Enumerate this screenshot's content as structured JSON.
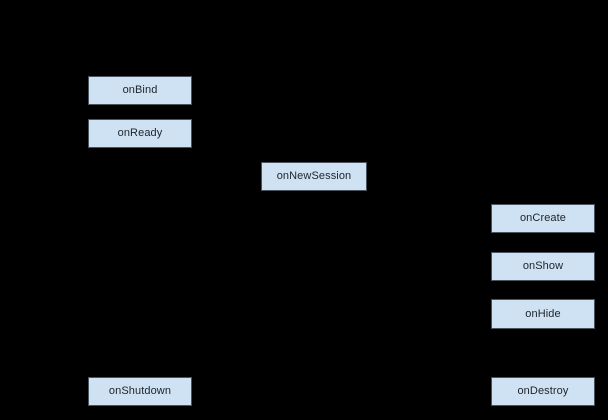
{
  "diagram": {
    "background_color": "#000000",
    "node_fill_color": "#cfe2f3",
    "node_border_color": "#4a545e",
    "node_text_color": "#1f2328",
    "nodes": [
      {
        "id": "onBind",
        "label": "onBind"
      },
      {
        "id": "onReady",
        "label": "onReady"
      },
      {
        "id": "onNewSession",
        "label": "onNewSession"
      },
      {
        "id": "onCreate",
        "label": "onCreate"
      },
      {
        "id": "onShow",
        "label": "onShow"
      },
      {
        "id": "onHide",
        "label": "onHide"
      },
      {
        "id": "onShutdown",
        "label": "onShutdown"
      },
      {
        "id": "onDestroy",
        "label": "onDestroy"
      }
    ]
  }
}
